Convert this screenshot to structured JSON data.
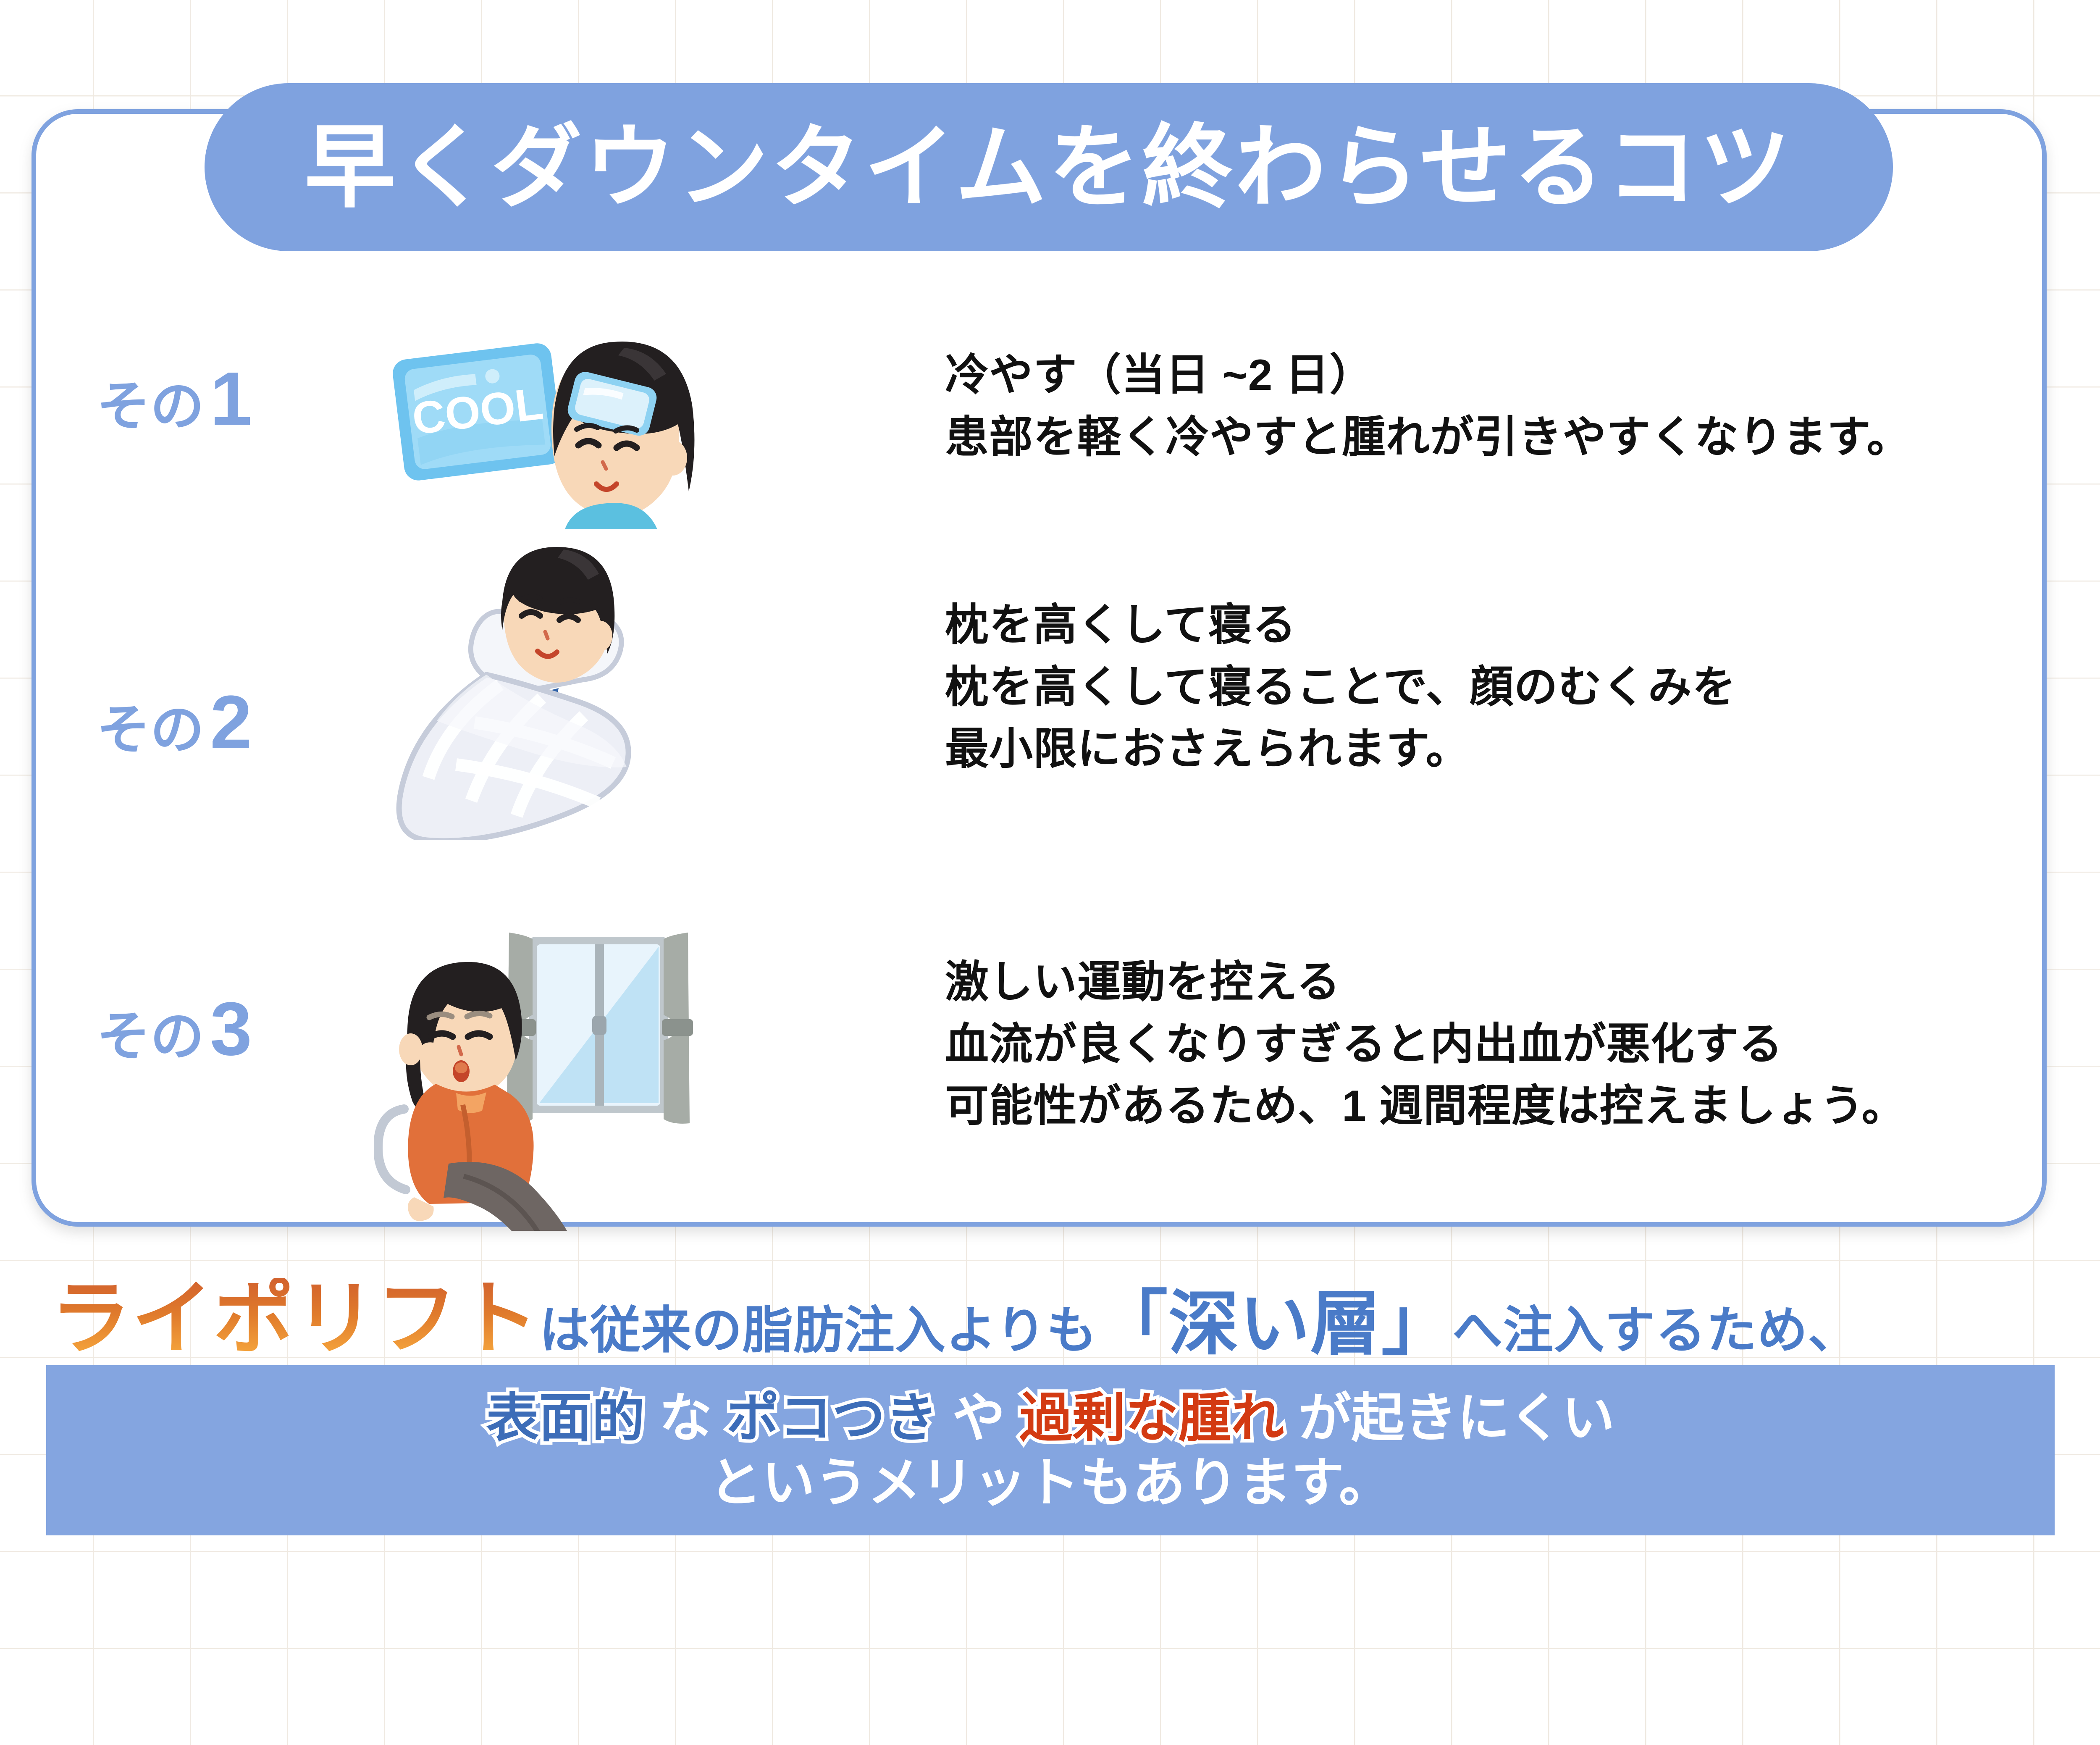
{
  "title": {
    "text": "早くダウンタイムを終わらせるコツ",
    "pill_color": "#7FA2DF",
    "text_color": "#ffffff"
  },
  "card": {
    "border_color": "#7FA2DF",
    "background": "#ffffff"
  },
  "background": {
    "color": "#ffffff",
    "grid_line_color": "#EFE9E1"
  },
  "steps": [
    {
      "label_prefix": "その",
      "label_number": "1",
      "label_color": "#7FA2DF",
      "illustration": "cool-gel-sheet-boy-illustration",
      "illustration_caption": "COOL",
      "heading": "冷やす（当日 ~2 日）",
      "body": "患部を軽く冷やすと腫れが引きやすくなります。",
      "text": "冷やす（当日 ~2 日）\n患部を軽く冷やすと腫れが引きやすくなります。"
    },
    {
      "label_prefix": "その",
      "label_number": "2",
      "label_color": "#7FA2DF",
      "illustration": "sleeping-on-pillow-illustration",
      "heading": "枕を高くして寝る",
      "body": "枕を高くして寝ることで、顔のむくみを\n最小限におさえられます。",
      "text": "枕を高くして寝る\n枕を高くして寝ることで、顔のむくみを\n最小限におさえられます。"
    },
    {
      "label_prefix": "その",
      "label_number": "3",
      "label_color": "#7FA2DF",
      "illustration": "resting-indoors-by-window-illustration",
      "heading": "激しい運動を控える",
      "body": "血流が良くなりすぎると内出血が悪化する\n可能性があるため、1 週間程度は控えましょう。",
      "text": "激しい運動を控える\n血流が良くなりすぎると内出血が悪化する\n可能性があるため、1 週間程度は控えましょう。"
    }
  ],
  "promo": {
    "brand": "ライポリフト",
    "brand_gradient_from": "#D2612D",
    "brand_gradient_to": "#F7A93E",
    "text_before": "は従来の脂肪注入よりも",
    "emphasis": "「深い層」",
    "text_after": "へ注入するため、",
    "text_color": "#4A7BC8"
  },
  "banner": {
    "background": "#84A5E0",
    "line1_part1": "表面的",
    "line1_part2": "な",
    "line1_part3": "ポコつき",
    "line1_part4": "や",
    "line1_part5": "過剰な腫れ",
    "line1_part6": "が起きにくい",
    "line2": "というメリットもあります。",
    "blue_color": "#3D6DB8",
    "red_color": "#D33A12",
    "white_color": "#ffffff"
  }
}
